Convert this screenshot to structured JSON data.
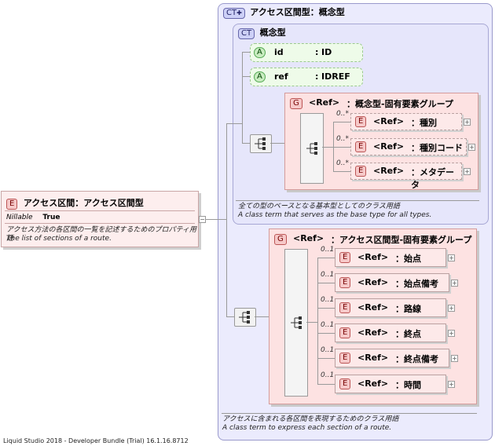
{
  "root": {
    "badge": "E",
    "title": "アクセス区間：アクセス区間型",
    "prop_name": "Nillable",
    "prop_value": "True",
    "doc_ja": "アクセス方法の各区間の一覧を記述するためのプロパティ用語",
    "doc_en": "The list of sections of a route."
  },
  "ct_outer": {
    "badge": "CT",
    "title": "アクセス区間型：概念型",
    "doc_ja": "アクセスに含まれる各区間を表現するためのクラス用語",
    "doc_en": "A class term to express each section of a route."
  },
  "ct_inner": {
    "badge": "CT",
    "title": "概念型",
    "doc_ja": "全ての型のベースとなる基本型としてのクラス用語",
    "doc_en": "A class term that serves as the base type for all types."
  },
  "attributes": [
    {
      "badge": "A",
      "name": "id",
      "sep": ":",
      "type": "ID"
    },
    {
      "badge": "A",
      "name": "ref",
      "sep": ":",
      "type": "IDREF"
    }
  ],
  "group1": {
    "badge": "G",
    "ref": "<Ref>",
    "name": "：概念型-固有要素グループ",
    "elements": [
      {
        "badge": "E",
        "ref": "<Ref>",
        "name": "：種別",
        "card": "0..*"
      },
      {
        "badge": "E",
        "ref": "<Ref>",
        "name": "：種別コード",
        "card": "0..*"
      },
      {
        "badge": "E",
        "ref": "<Ref>",
        "name": "：メタデータ",
        "card": "0..*"
      }
    ]
  },
  "group2": {
    "badge": "G",
    "ref": "<Ref>",
    "name": "：アクセス区間型-固有要素グループ",
    "elements": [
      {
        "badge": "E",
        "ref": "<Ref>",
        "name": "：始点",
        "card": "0..1"
      },
      {
        "badge": "E",
        "ref": "<Ref>",
        "name": "：始点備考",
        "card": "0..1"
      },
      {
        "badge": "E",
        "ref": "<Ref>",
        "name": "：路線",
        "card": "0..1"
      },
      {
        "badge": "E",
        "ref": "<Ref>",
        "name": "：終点",
        "card": "0..1"
      },
      {
        "badge": "E",
        "ref": "<Ref>",
        "name": "：終点備考",
        "card": "0..1"
      },
      {
        "badge": "E",
        "ref": "<Ref>",
        "name": "：時間",
        "card": "0..1"
      }
    ]
  },
  "footer": "Liquid Studio 2018 - Developer Bundle (Trial) 16.1.16.8712",
  "icons": {
    "plus": "+",
    "minus": "−"
  }
}
